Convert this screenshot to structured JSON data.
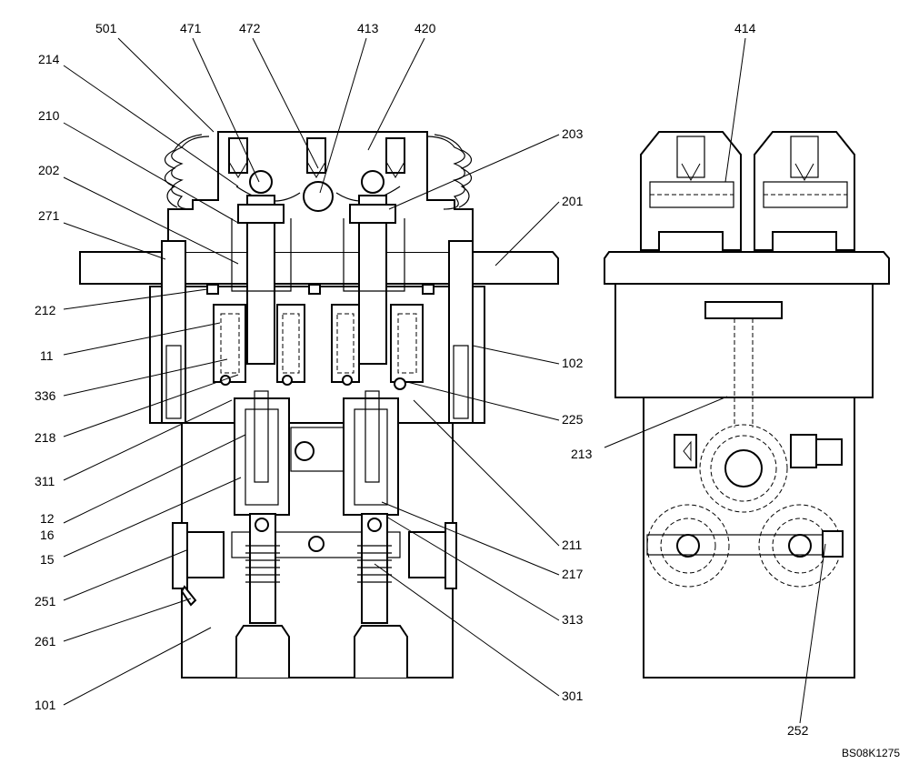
{
  "labels": {
    "l501": "501",
    "l471": "471",
    "l472": "472",
    "l413": "413",
    "l420": "420",
    "l414": "414",
    "l214": "214",
    "l210": "210",
    "l202": "202",
    "l271": "271",
    "l212": "212",
    "l11": "11",
    "l336": "336",
    "l218": "218",
    "l311": "311",
    "l12": "12",
    "l16": "16",
    "l15": "15",
    "l251": "251",
    "l261": "261",
    "l101": "101",
    "l203": "203",
    "l201": "201",
    "l102": "102",
    "l225": "225",
    "l211": "211",
    "l217": "217",
    "l313": "313",
    "l301": "301",
    "l213": "213",
    "l252": "252"
  },
  "drawing_ref": "BS08K1275"
}
